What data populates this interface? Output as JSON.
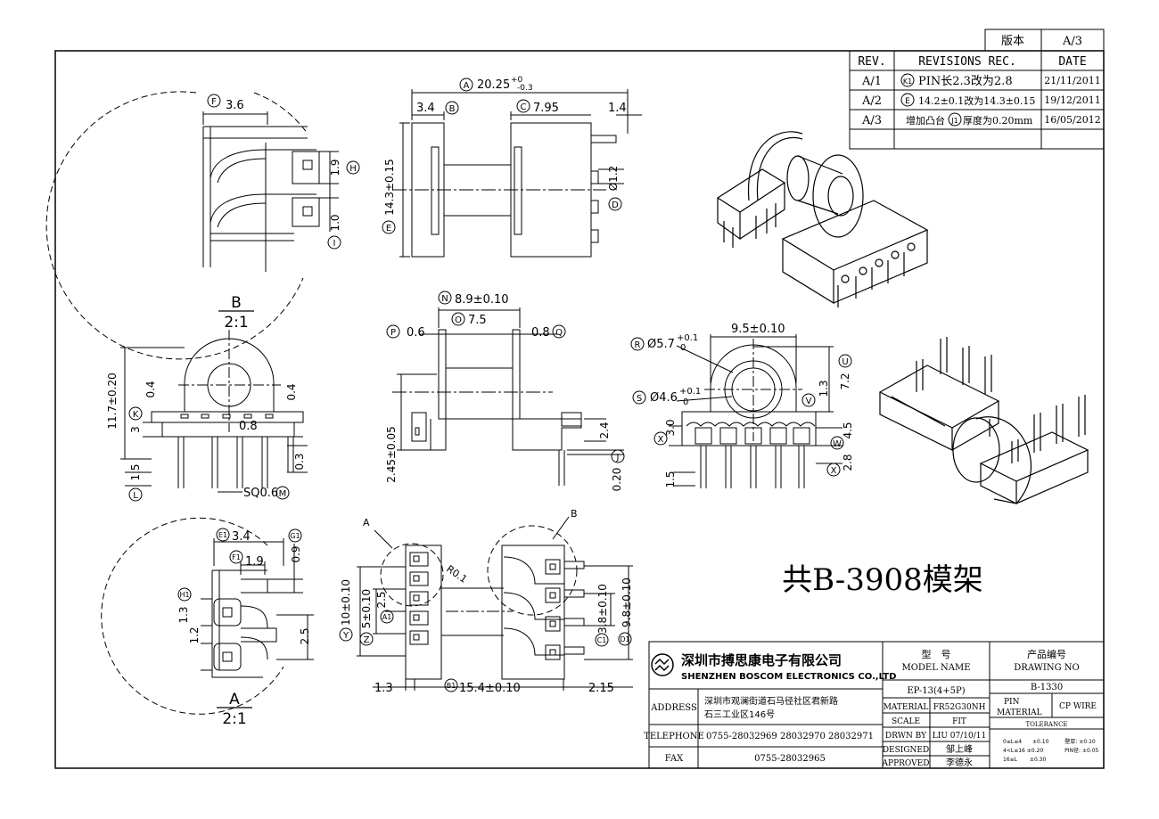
{
  "revision_block": {
    "version_label": "版本",
    "version_value": "A/3",
    "headers": [
      "REV.",
      "REVISIONS REC.",
      "DATE"
    ],
    "rows": [
      {
        "rev": "A/1",
        "mark": "K1",
        "text": "PIN长2.3改为2.8",
        "date": "21/11/2011"
      },
      {
        "rev": "A/2",
        "mark": "E",
        "text": "14.2±0.1改为14.3±0.15",
        "date": "19/12/2011"
      },
      {
        "rev": "A/3",
        "pre": "增加凸台",
        "mark": "J1",
        "text": "厚度为0.20mm",
        "date": "16/05/2012"
      }
    ]
  },
  "title": "共B-3908模架",
  "views": {
    "detail_b": {
      "label": "B",
      "scale": "2:1",
      "dims": [
        "F",
        "3.6",
        "1.9",
        "H",
        "1.0",
        "I"
      ]
    },
    "top": {
      "dims": [
        "A",
        "20.25",
        "+0",
        "-0.3",
        "3.4",
        "B",
        "C",
        "7.95",
        "1.4",
        "Ø1.2",
        "D",
        "E",
        "14.3±0.15"
      ]
    },
    "front": {
      "dims": [
        "11.7±0.20",
        "K",
        "0.4",
        "3",
        "0.4",
        "0.8",
        "1.5",
        "L",
        "0.3",
        "SQ0.6",
        "M"
      ]
    },
    "side": {
      "dims": [
        "N",
        "8.9±0.10",
        "O",
        "7.5",
        "P",
        "0.6",
        "0.8",
        "Q",
        "2.45±0.05",
        "2.4",
        "0.20",
        "J"
      ]
    },
    "end": {
      "dims": [
        "R",
        "Ø5.7",
        "+0.1",
        "0",
        "S",
        "Ø4.6",
        "+0.1",
        "0",
        "9.5±0.10",
        "7.2",
        "U",
        "1.3",
        "V",
        "X",
        "3.0",
        "4.5",
        "W",
        "2.8",
        "X",
        "1.5"
      ]
    },
    "detail_a": {
      "label": "A",
      "scale": "2:1",
      "dims": [
        "E1",
        "3.4",
        "G1",
        "F1",
        "1.9",
        "0.9",
        "H1",
        "1.3",
        "1.2",
        "2.5"
      ]
    },
    "bottom": {
      "dims": [
        "A",
        "B",
        "R0.1",
        "Y",
        "10±0.10",
        "Z",
        "5±0.10",
        "2.5",
        "A1",
        "1.3",
        "B1",
        "15.4±0.10",
        "2.15",
        "C1",
        "3.8±0.10",
        "D1",
        "9.8±0.10"
      ]
    }
  },
  "title_block": {
    "company_cn": "深圳市搏思康电子有限公司",
    "company_en": "SHENZHEN BOSCOM ELECTRONICS CO.,LTD",
    "model_label_cn": "型　号",
    "model_label_en": "MODEL NAME",
    "model_value": "EP-13(4+5P)",
    "drawing_label_cn": "产品编号",
    "drawing_label_en": "DRAWING NO",
    "drawing_value": "B-1330",
    "address_label": "ADDRESS",
    "address_line1": "深圳市观澜街道石马径社区君新路",
    "address_line2": "石三工业区146号",
    "telephone_label": "TELEPHONE",
    "telephone_value": "0755-28032969 28032970 28032971",
    "fax_label": "FAX",
    "fax_value": "0755-28032965",
    "material_label": "MATERIAL",
    "material_value": "FR52G30NH",
    "scale_label": "SCALE",
    "scale_value": "FIT",
    "drawn_label": "DRWN BY",
    "drawn_value": "LIU 07/10/11",
    "designed_label": "DESIGNED",
    "designed_value": "邹上峰",
    "approved_label": "APPROVED",
    "approved_value": "李德永",
    "pin_material_label1": "PIN",
    "pin_material_label2": "MATERIAL",
    "pin_material_value": "CP WIRE",
    "tolerance_label": "TOLERANCE",
    "tolerance_rows": [
      "0≤L≤4　　±0.10　　　壁厚: ±0.10",
      "4<L≤16 ±0.20　　　　PIN径: ±0.05",
      "16≤L　　 ±0.30"
    ]
  }
}
